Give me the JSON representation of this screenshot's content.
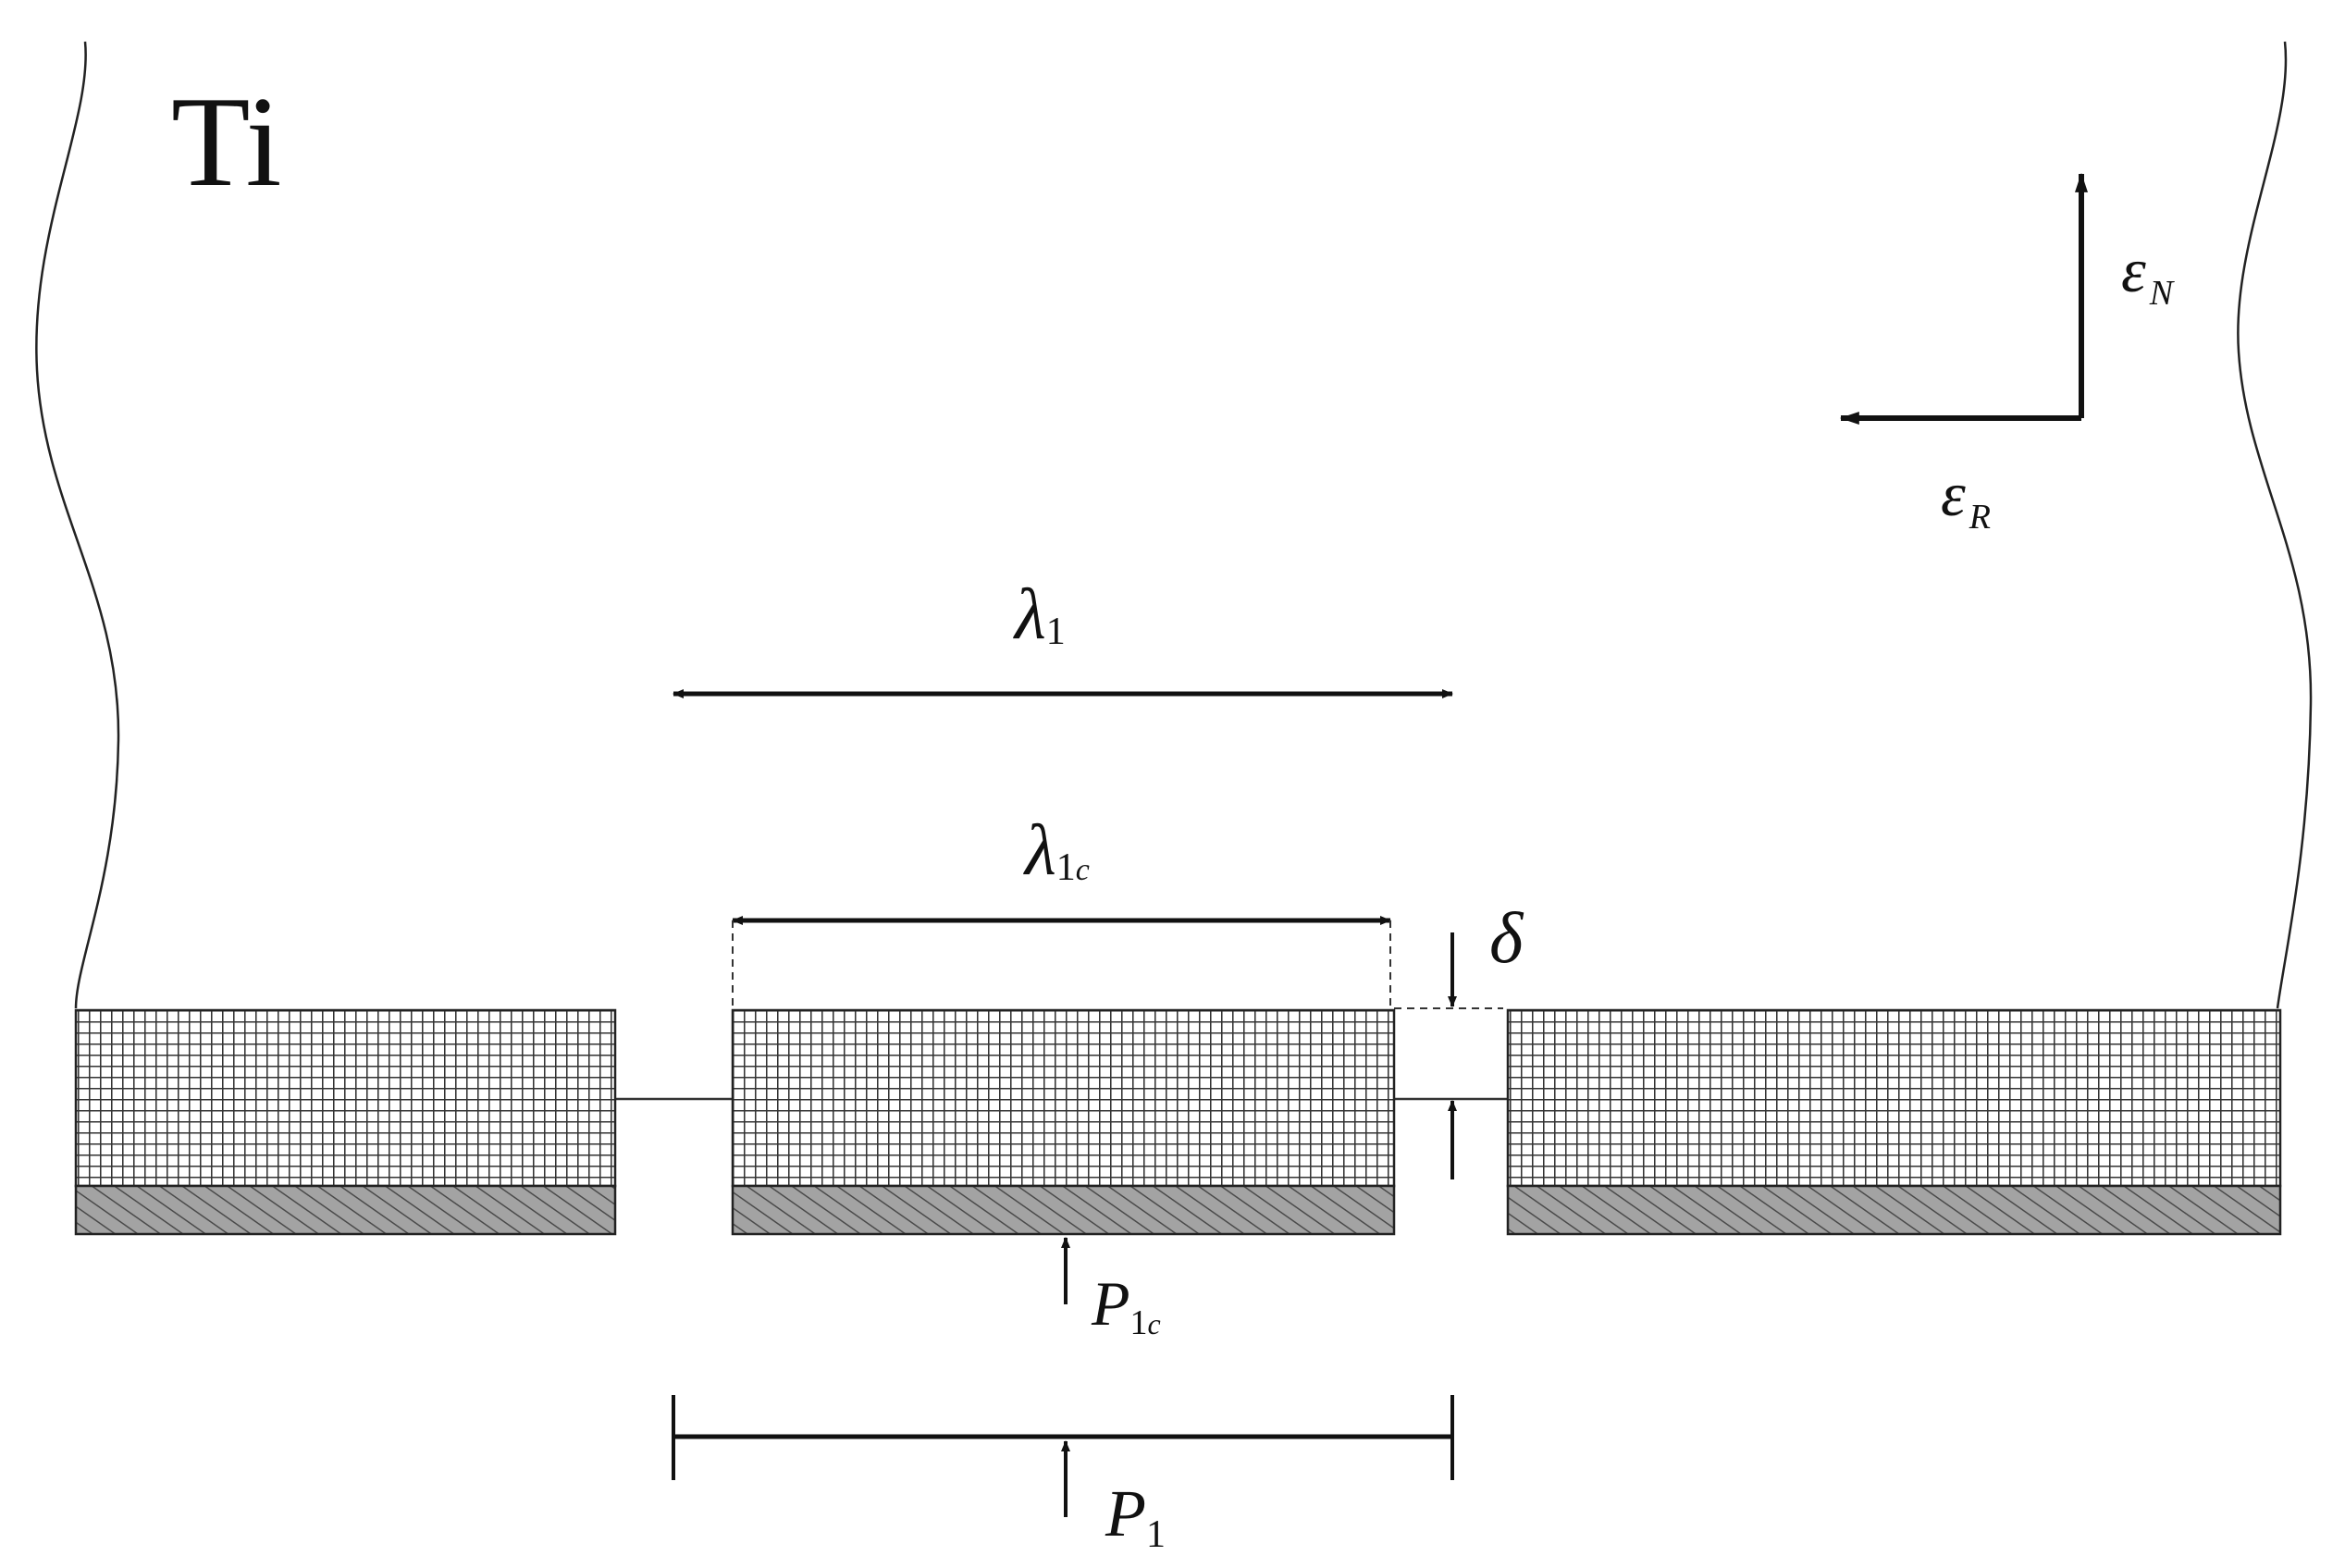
{
  "material": "Ti",
  "axes": {
    "normal_base": "ε",
    "normal_sub": "N",
    "rolling_base": "ε",
    "rolling_sub": "R"
  },
  "dimensions": {
    "lambda1_base": "λ",
    "lambda1_sub": "1",
    "lambda1c_base": "λ",
    "lambda1c_sub": "1",
    "lambda1c_sub2": "c",
    "delta": "δ"
  },
  "forces": {
    "p1c_base": "P",
    "p1c_sub": "1",
    "p1c_sub2": "c",
    "p1_base": "P",
    "p1_sub": "1"
  },
  "colors": {
    "line": "#111111",
    "grid": "#333333",
    "hatch_fill": "#9a9a9a"
  }
}
